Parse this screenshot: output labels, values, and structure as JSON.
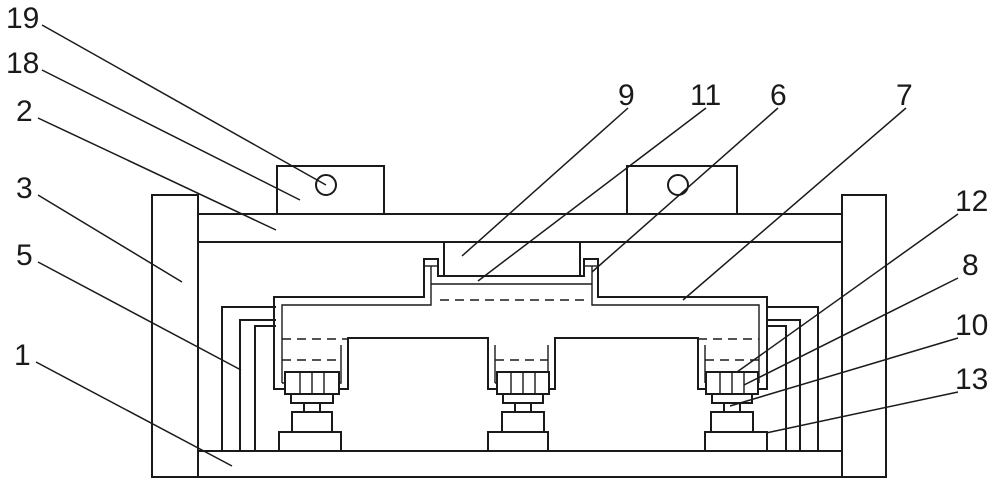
{
  "labels": [
    {
      "key": "l19",
      "text": "19"
    },
    {
      "key": "l18",
      "text": "18"
    },
    {
      "key": "l2",
      "text": "2"
    },
    {
      "key": "l3",
      "text": "3"
    },
    {
      "key": "l5",
      "text": "5"
    },
    {
      "key": "l1",
      "text": "1"
    },
    {
      "key": "l9",
      "text": "9"
    },
    {
      "key": "l11",
      "text": "11"
    },
    {
      "key": "l6",
      "text": "6"
    },
    {
      "key": "l7",
      "text": "7"
    },
    {
      "key": "l12",
      "text": "12"
    },
    {
      "key": "l8",
      "text": "8"
    },
    {
      "key": "l10",
      "text": "10"
    },
    {
      "key": "l13",
      "text": "13"
    }
  ]
}
